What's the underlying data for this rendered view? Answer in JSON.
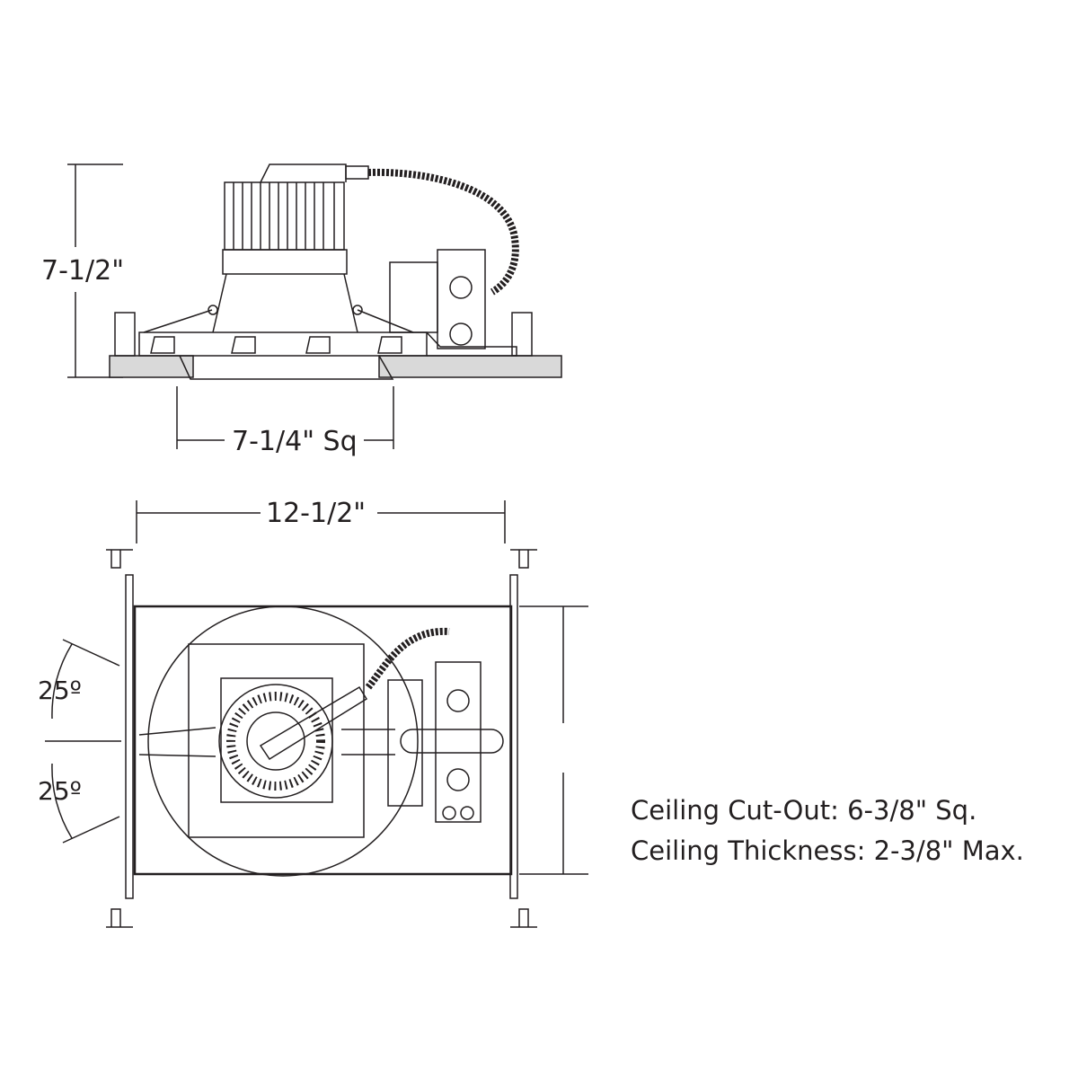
{
  "side_view": {
    "height_label": "7-1/2\"",
    "aperture_label": "7-1/4\" Sq"
  },
  "plan_view": {
    "width_label": "12-1/2\"",
    "tilt_up_label": "25º",
    "tilt_down_label": "25º"
  },
  "notes": {
    "cutout": "Ceiling Cut-Out: 6-3/8\" Sq.",
    "thickness": "Ceiling Thickness: 2-3/8\" Max."
  },
  "colors": {
    "line": "#231f20",
    "ceiling": "#d9d9d9"
  }
}
